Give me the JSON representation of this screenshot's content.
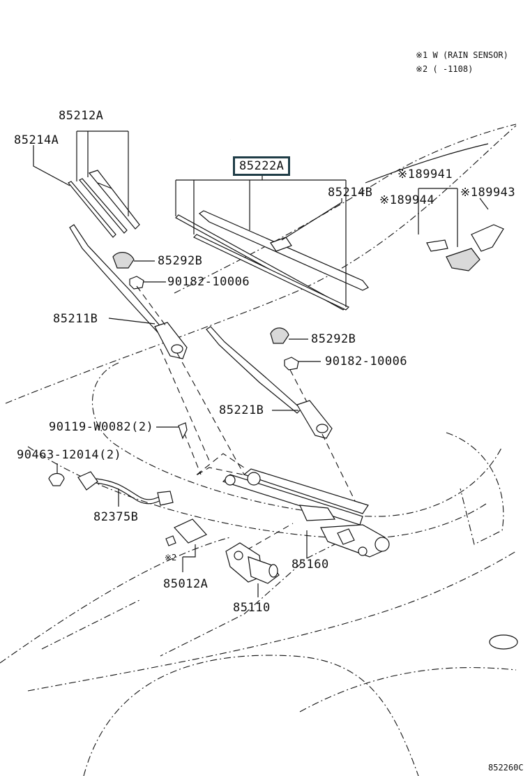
{
  "notes": {
    "note1": "※1 W (RAIN SENSOR)",
    "note2": "※2 (      -1108)"
  },
  "labels": {
    "p85212A": "85212A",
    "p85214A": "85214A",
    "p85222A": "85222A",
    "p85214B": "85214B",
    "p89941": "※189941",
    "p89944": "※189944",
    "p89943": "※189943",
    "p85292B_1": "85292B",
    "p90182_1": "90182-10006",
    "p85211B": "85211B",
    "p85292B_2": "85292B",
    "p90182_2": "90182-10006",
    "p85221B": "85221B",
    "p90119": "90119-W0082(2)",
    "p90463": "90463-12014(2)",
    "p82375B": "82375B",
    "p85160": "85160",
    "note2mark": "※2",
    "p85012A": "85012A",
    "p85110": "85110"
  },
  "diagram_code": "852260C"
}
